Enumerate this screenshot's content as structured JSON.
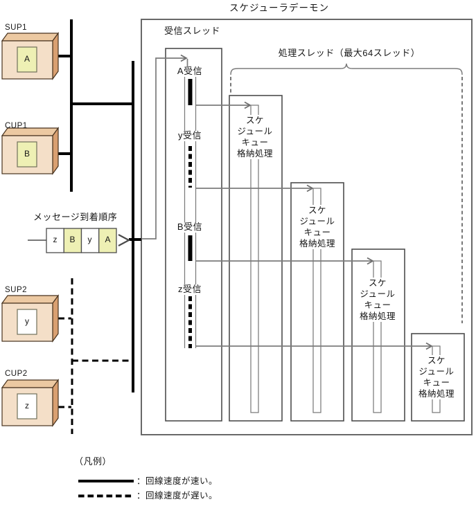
{
  "title": "スケジューラデーモン",
  "reception": {
    "label": "受信スレッド",
    "events": [
      {
        "label": "A受信",
        "speed": "fast"
      },
      {
        "label": "y受信",
        "speed": "slow"
      },
      {
        "label": "B受信",
        "speed": "fast"
      },
      {
        "label": "z受信",
        "speed": "slow"
      }
    ]
  },
  "processing": {
    "label": "処理スレッド（最大64スレッド）",
    "box_label_lines": [
      "スケ",
      "ジュール",
      "キュー",
      "格納処理"
    ],
    "box_count": 4
  },
  "machines": [
    {
      "name": "SUP1",
      "letter": "A",
      "highlighted": true,
      "link": "fast"
    },
    {
      "name": "CUP1",
      "letter": "B",
      "highlighted": true,
      "link": "fast"
    },
    {
      "name": "SUP2",
      "letter": "y",
      "highlighted": false,
      "link": "slow"
    },
    {
      "name": "CUP2",
      "letter": "z",
      "highlighted": false,
      "link": "slow"
    }
  ],
  "message_queue": {
    "label": "メッセージ到着順序",
    "cells": [
      {
        "letter": "z",
        "highlighted": false
      },
      {
        "letter": "B",
        "highlighted": true
      },
      {
        "letter": "y",
        "highlighted": false
      },
      {
        "letter": "A",
        "highlighted": true
      }
    ]
  },
  "legend": {
    "title": "（凡例）",
    "items": [
      {
        "style": "solid",
        "label": "：回線速度が速い。"
      },
      {
        "style": "dashed",
        "label": "：回線速度が遅い。"
      }
    ]
  },
  "colors": {
    "machine_front": "#f4dfc8",
    "machine_top": "#ecc9a2",
    "machine_side": "#d9a071",
    "cell_highlight": "#eef0b4",
    "cell_plain": "#ffffff",
    "fast_line": "#000000",
    "connector_gray": "#7b7b7b"
  }
}
